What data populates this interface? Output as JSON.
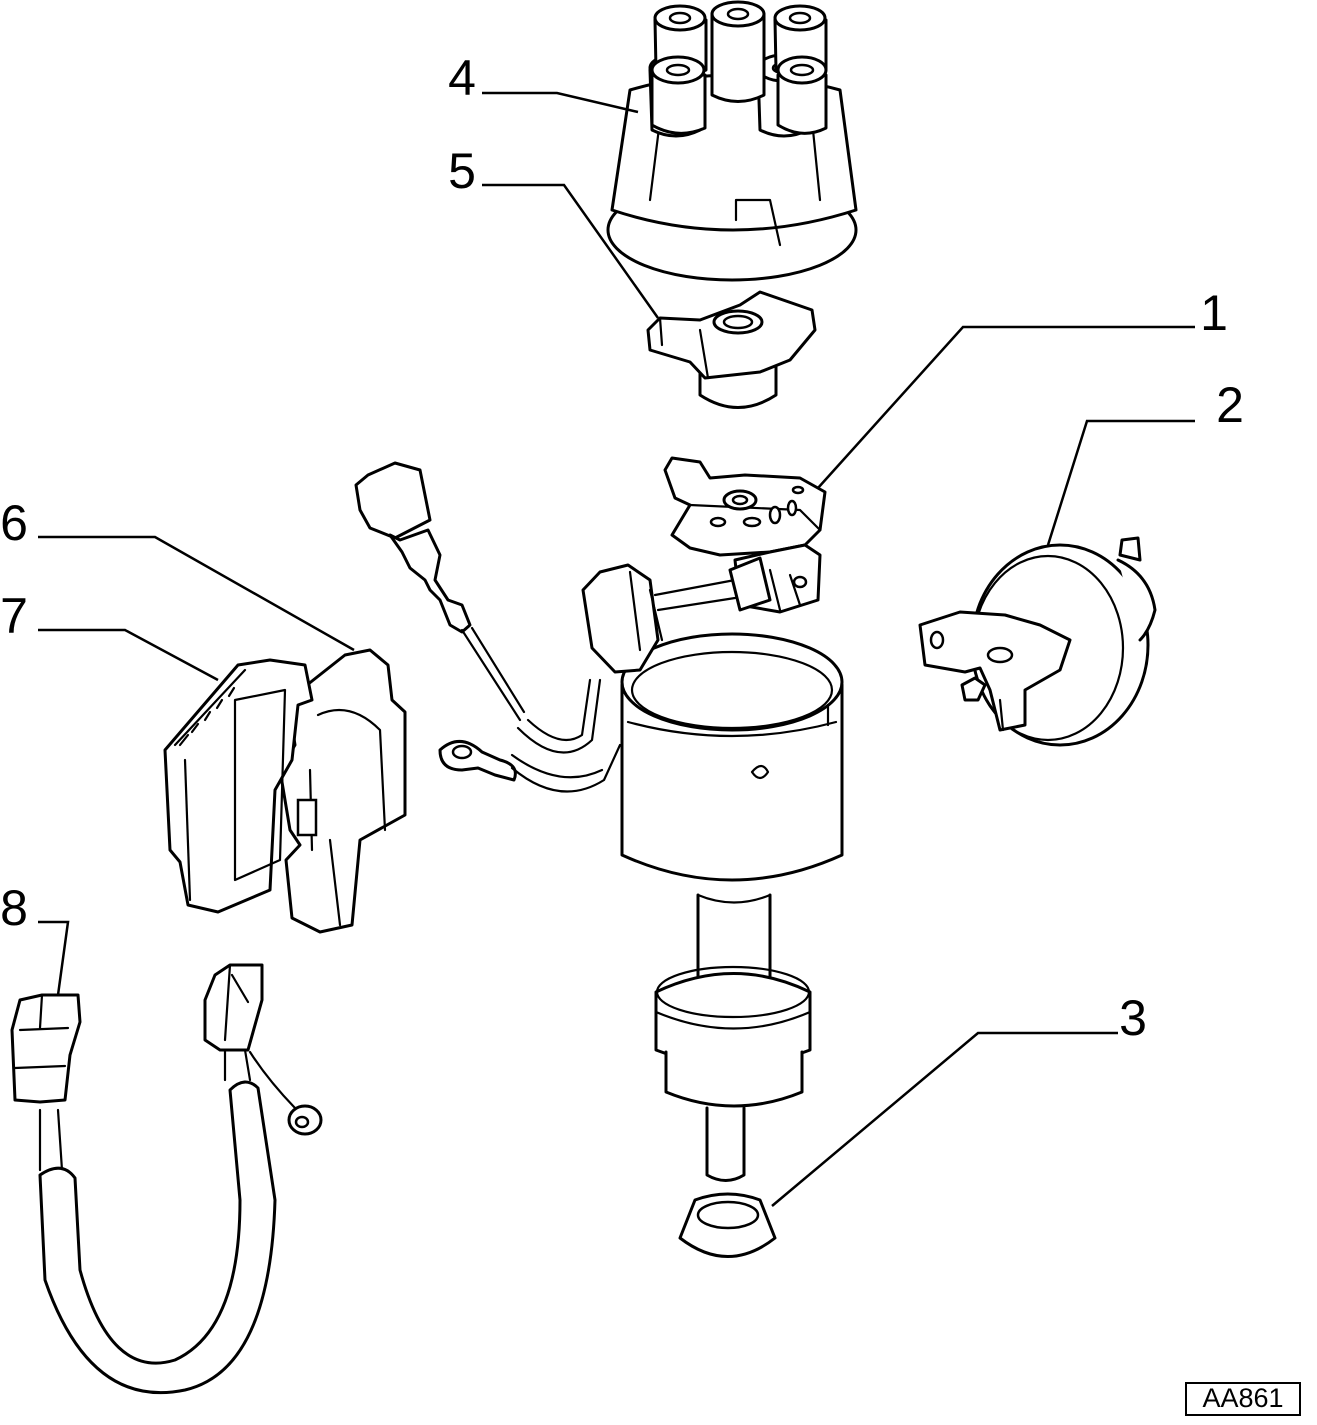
{
  "callouts": [
    {
      "id": "1",
      "label": "1"
    },
    {
      "id": "2",
      "label": "2"
    },
    {
      "id": "3",
      "label": "3"
    },
    {
      "id": "4",
      "label": "4"
    },
    {
      "id": "5",
      "label": "5"
    },
    {
      "id": "6",
      "label": "6"
    },
    {
      "id": "7",
      "label": "7"
    },
    {
      "id": "8",
      "label": "8"
    }
  ],
  "reference_code": "AA861",
  "colors": {
    "ink": "#000000",
    "paper": "#ffffff"
  }
}
